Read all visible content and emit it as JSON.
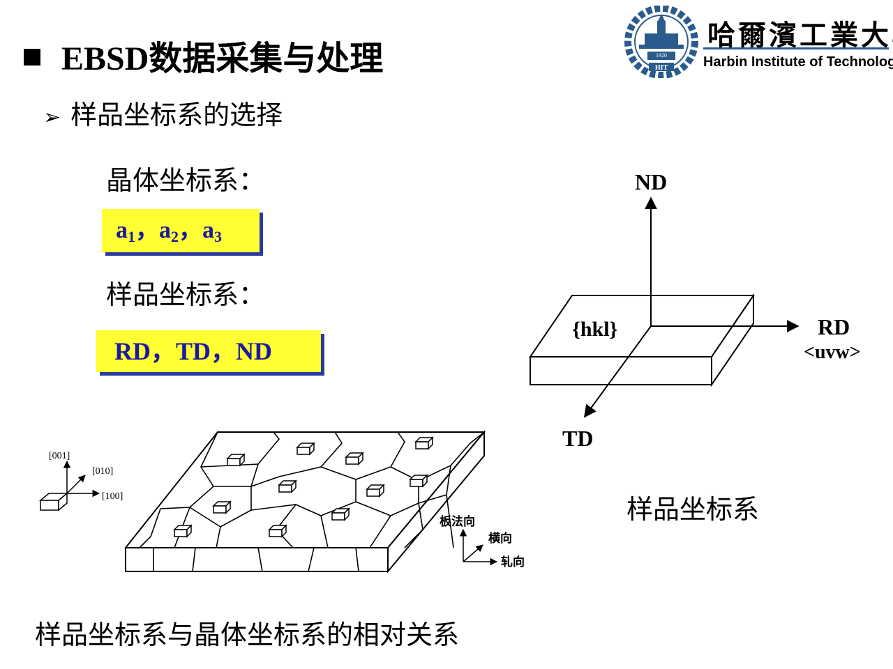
{
  "header": {
    "title": "EBSD数据采集与处理",
    "logo_cn": "哈爾濱工業大學",
    "logo_en": "Harbin Institute of Technology",
    "logo_year": "1920",
    "logo_abbr": "HIT"
  },
  "subtitle": "样品坐标系的选择",
  "crystal": {
    "label": "晶体坐标系：",
    "a1": "a",
    "s1": "1",
    "sep1": "，",
    "a2": "a",
    "s2": "2",
    "sep2": "，",
    "a3": "a",
    "s3": "3"
  },
  "sample": {
    "label": "样品坐标系：",
    "axes_text": "RD，TD，ND"
  },
  "right_diagram": {
    "nd": "ND",
    "rd": "RD",
    "uvw": "<uvw>",
    "td": "TD",
    "hkl": "{hkl}",
    "caption": "样品坐标系"
  },
  "left_diagram": {
    "dir_001": "[001]",
    "dir_010": "[010]",
    "dir_100": "[100]",
    "normal": "板法向",
    "transverse": "横向",
    "rolling": "轧向"
  },
  "bottom_caption": "样品坐标系与晶体坐标系的相对关系",
  "colors": {
    "highlight": "#ffff33",
    "box_text": "#1a1aa0",
    "logo_blue": "#2a5b8c"
  }
}
